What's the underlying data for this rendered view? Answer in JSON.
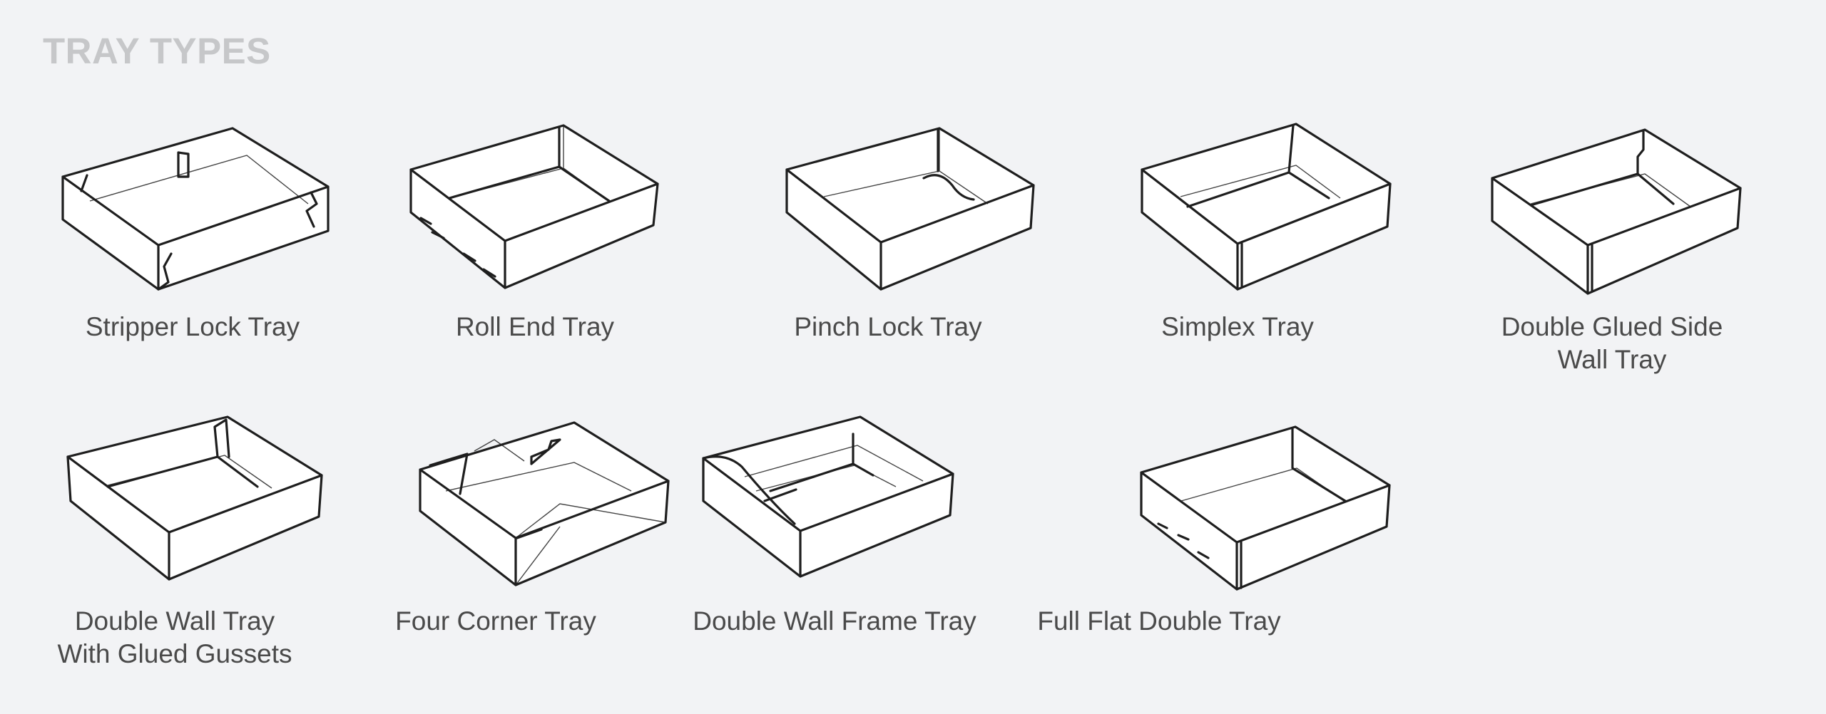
{
  "header": {
    "title": "TRAY TYPES"
  },
  "colors": {
    "background": "#f2f3f5",
    "title": "#c6c7c9",
    "label": "#4a4a4a",
    "line": "#1e1e1e"
  },
  "trays": [
    {
      "label": "Stripper Lock Tray",
      "icon": "stripper-lock-tray-icon"
    },
    {
      "label": "Roll End Tray",
      "icon": "roll-end-tray-icon"
    },
    {
      "label": "Pinch Lock Tray",
      "icon": "pinch-lock-tray-icon"
    },
    {
      "label": "Simplex Tray",
      "icon": "simplex-tray-icon"
    },
    {
      "label": "Double Glued Side\nWall Tray",
      "icon": "double-glued-side-wall-tray-icon"
    },
    {
      "label": "Double Wall Tray\nWith Glued Gussets",
      "icon": "double-wall-tray-with-glued-gussets-icon"
    },
    {
      "label": "Four Corner Tray",
      "icon": "four-corner-tray-icon"
    },
    {
      "label": "Double Wall Frame Tray",
      "icon": "double-wall-frame-tray-icon"
    },
    {
      "label": "Full Flat Double Tray",
      "icon": "full-flat-double-tray-icon"
    }
  ]
}
